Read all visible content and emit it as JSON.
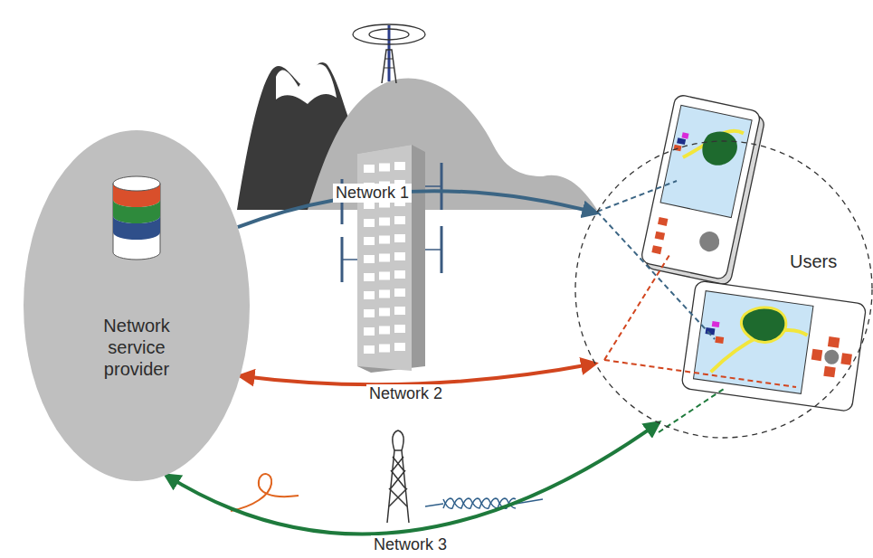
{
  "diagram": {
    "nodes": [
      {
        "text": [
          "Network service provider"
        ]
      },
      {
        "text": [
          "Users"
        ]
      }
    ],
    "edges": [
      {
        "from": 0,
        "to": 1,
        "arrow": "to",
        "label": "Network 1"
      },
      {
        "from": 0,
        "to": 1,
        "arrow": "both",
        "label": "Network 2"
      },
      {
        "from": 0,
        "to": 1,
        "arrow": "both",
        "label": "Network 3"
      }
    ]
  }
}
